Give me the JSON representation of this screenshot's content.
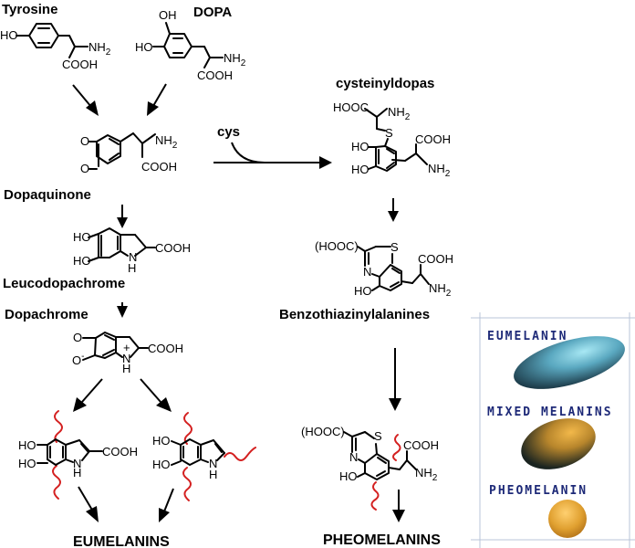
{
  "title": "Melanin biosynthesis pathway",
  "compounds": {
    "tyrosine": {
      "label": "Tyrosine",
      "atoms": {
        "ho": "HO",
        "nh2": "NH",
        "nh2_sub": "2",
        "cooh": "COOH"
      }
    },
    "dopa": {
      "label": "DOPA",
      "atoms": {
        "oh": "OH",
        "ho": "HO",
        "nh2": "NH",
        "nh2_sub": "2",
        "cooh": "COOH"
      }
    },
    "dopaquinone": {
      "label": "Dopaquinone",
      "atoms": {
        "o1": "O",
        "o2": "O",
        "nh2": "NH",
        "nh2_sub": "2",
        "cooh": "COOH"
      }
    },
    "leucodopachrome": {
      "label": "Leucodopachrome",
      "atoms": {
        "ho1": "HO",
        "ho2": "HO",
        "cooh": "COOH",
        "n": "N",
        "h": "H"
      }
    },
    "dopachrome": {
      "label": "Dopachrome",
      "atoms": {
        "o": "O",
        "ominus": "O",
        "minus": "-",
        "plus": "+",
        "cooh": "COOH",
        "n": "N",
        "h": "H"
      }
    },
    "dhica": {
      "atoms": {
        "ho1": "HO",
        "ho2": "HO",
        "cooh": "COOH",
        "n": "N",
        "h": "H"
      }
    },
    "dhi": {
      "atoms": {
        "ho1": "HO",
        "ho2": "HO",
        "n": "N",
        "h": "H"
      }
    },
    "cysteinyldopas": {
      "label": "cysteinyldopas",
      "atoms": {
        "hooc": "HOOC",
        "nh2a": "NH",
        "nh2a_sub": "2",
        "s": "S",
        "ho1": "HO",
        "ho2": "HO",
        "cooh": "COOH",
        "nh2b": "NH",
        "nh2b_sub": "2"
      }
    },
    "benzothiazinylalanines": {
      "label": "Benzothiazinylalanines",
      "atoms": {
        "hooc": "(HOOC)",
        "s": "S",
        "n": "N",
        "ho": "HO",
        "cooh": "COOH",
        "nh2": "NH",
        "nh2_sub": "2"
      }
    },
    "pheo_unit": {
      "atoms": {
        "hooc": "(HOOC)",
        "s": "S",
        "n": "N",
        "ho": "HO",
        "cooh": "COOH",
        "nh2": "NH",
        "nh2_sub": "2"
      }
    }
  },
  "reagents": {
    "cys": "cys"
  },
  "products": {
    "eumelanins": "EUMELANINS",
    "pheomelanins": "PHEOMELANINS"
  },
  "legend_box": {
    "items": [
      {
        "label": "Eumelanin",
        "color": "#5aa8c0"
      },
      {
        "label": "Mixed Melanins",
        "color": "#b8862c"
      },
      {
        "label": "Pheomelanin",
        "color": "#e0a030"
      }
    ]
  },
  "colors": {
    "polymer_link": "#d42020",
    "legend_text": "#1e2a78",
    "box_border": "#b8c4d8"
  }
}
